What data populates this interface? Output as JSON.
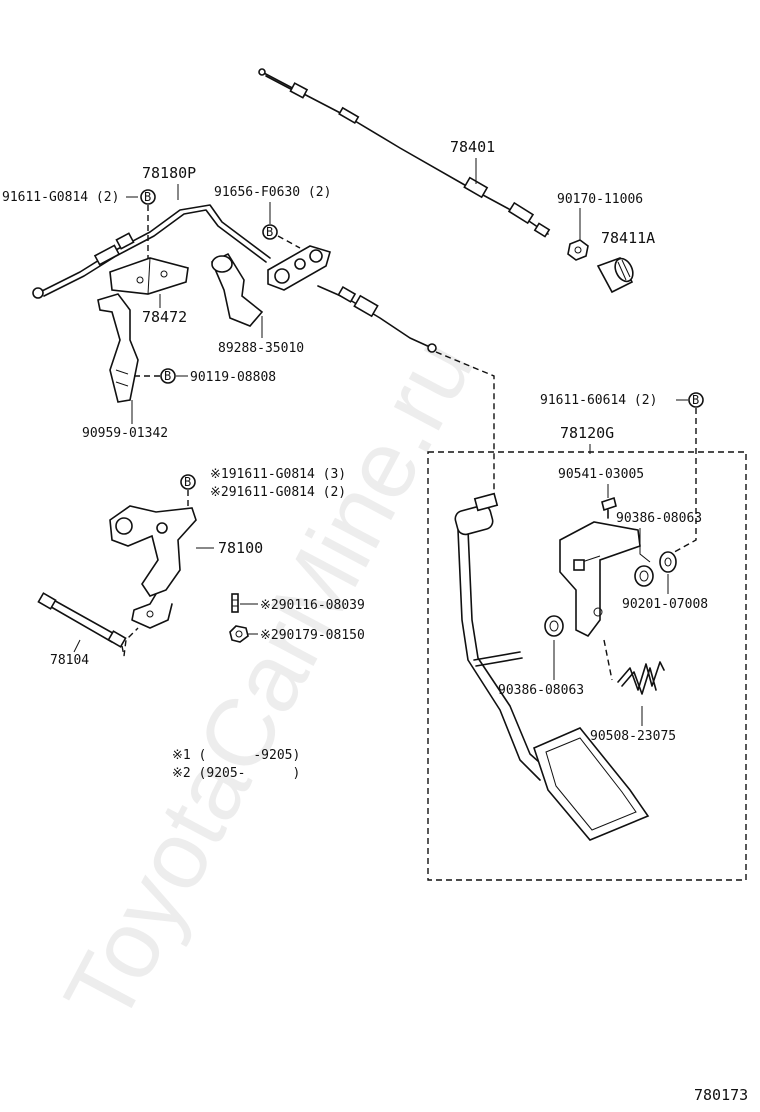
{
  "watermark": "ToyotaCarMine.ru",
  "diagram_code": "780173",
  "parts": {
    "p78401": "78401",
    "p78180P": "78180P",
    "p91611_G0814_2": "91611-G0814 (2)",
    "p91656_F0630_2": "91656-F0630 (2)",
    "p90170_11006": "90170-11006",
    "p78411A": "78411A",
    "p78472": "78472",
    "p89288_35010": "89288-35010",
    "p90119_08808": "90119-08808",
    "p90959_01342": "90959-01342",
    "p91611_60614_2": "91611-60614 (2)",
    "p78120G": "78120G",
    "p90541_03005": "90541-03005",
    "p90386_08063_a": "90386-08063",
    "p90201_07008": "90201-07008",
    "p90386_08063_b": "90386-08063",
    "p90508_23075": "90508-23075",
    "p91611_G0814_3_note1": "※191611-G0814 (3)",
    "p91611_G0814_2_note2": "※291611-G0814 (2)",
    "p78100": "78100",
    "p78104": "78104",
    "p90116_08039": "※290116-08039",
    "p90179_08150": "※290179-08150"
  },
  "notes": {
    "note1": "※1 (      -9205)",
    "note2": "※2 (9205-      )"
  },
  "bolt_marker": "B"
}
